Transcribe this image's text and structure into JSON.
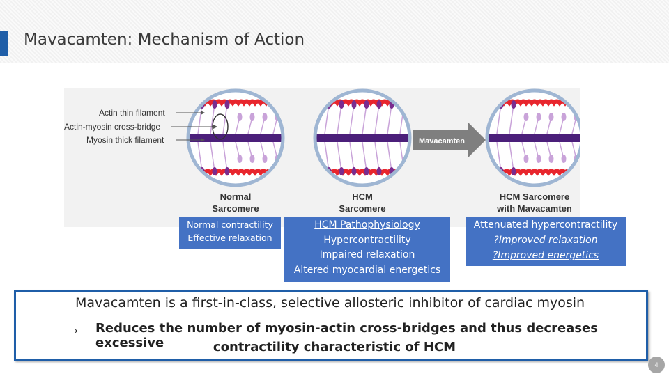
{
  "slide": {
    "title": "Mavacamten: Mechanism of Action",
    "page_number": "4"
  },
  "figure": {
    "labels": {
      "actin": "Actin thin filament",
      "crossbridge": "Actin-myosin cross-bridge",
      "myosin": "Myosin thick filament"
    },
    "panels": [
      {
        "line1": "Normal",
        "line2": "Sarcomere"
      },
      {
        "line1": "HCM",
        "line2": "Sarcomere"
      },
      {
        "line1": "HCM Sarcomere",
        "line2": "with Mavacamten"
      }
    ],
    "arrow_label": "Mavacamten",
    "colors": {
      "actin": "#e8262d",
      "myosin": "#4b1f7a",
      "heads": "#c9a3d9",
      "circle_border": "#9fb6d3",
      "arrow": "#7f7f7f"
    }
  },
  "captions": {
    "normal": {
      "line1": "Normal contractility",
      "line2": "Effective relaxation"
    },
    "hcm": {
      "line1": "HCM Pathophysiology",
      "line2": "Hypercontractility",
      "line3": "Impaired relaxation",
      "line4": "Altered myocardial energetics"
    },
    "mavacamten": {
      "line1": "Attenuated hypercontractility",
      "line2": "?Improved relaxation",
      "line3": "?Improved energetics"
    }
  },
  "summary": {
    "statement": "Mavacamten is a first-in-class, selective allosteric inhibitor of cardiac myosin",
    "arrow": "→",
    "bullet_line1": "Reduces the number of myosin-actin cross-bridges and thus decreases excessive",
    "bullet_line2": "contractility characteristic of HCM"
  }
}
